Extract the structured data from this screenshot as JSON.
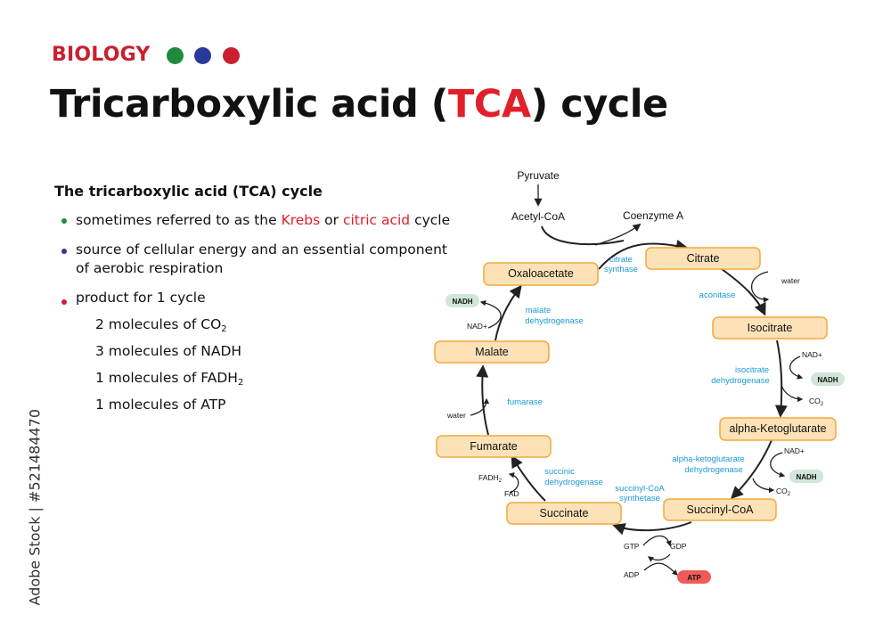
{
  "header": {
    "subject": "BIOLOGY",
    "subject_dots": [
      "#1f8a3c",
      "#2b3a9a",
      "#c8202f"
    ],
    "title_pre": "Tricarboxylic acid (",
    "title_highlight": "TCA",
    "title_post": ") cycle"
  },
  "info": {
    "heading": "The tricarboxylic acid (TCA) cycle",
    "bullet1_pre": "sometimes referred to as the ",
    "bullet1_krebs": "Krebs",
    "bullet1_or": " or ",
    "bullet1_citric": "citric acid",
    "bullet1_post": " cycle",
    "bullet2_line1": "source of cellular energy and an essential component",
    "bullet2_line2": "of aerobic respiration",
    "bullet3": "product for 1 cycle",
    "products": [
      {
        "pre": "2 molecules of CO",
        "sub": "2"
      },
      {
        "pre": "3 molecules of NADH",
        "sub": ""
      },
      {
        "pre": "1 molecules of FADH",
        "sub": "2"
      },
      {
        "pre": "1 molecules of ATP",
        "sub": ""
      }
    ]
  },
  "diagram": {
    "pyruvate": "Pyruvate",
    "acetyl_coa": "Acetyl-CoA",
    "coenzyme_a": "Coenzyme A",
    "molecules": {
      "citrate": "Citrate",
      "isocitrate": "Isocitrate",
      "alpha_kg": "alpha-Ketoglutarate",
      "succinyl_coa": "Succinyl-CoA",
      "succinate": "Succinate",
      "fumarate": "Fumarate",
      "malate": "Malate",
      "oxaloacetate": "Oxaloacetate"
    },
    "enzymes": {
      "citrate_synthase_1": "citrate",
      "citrate_synthase_2": "synthase",
      "aconitase": "aconitase",
      "isocitrate_dh_1": "isocitrate",
      "isocitrate_dh_2": "dehydrogenase",
      "akg_dh_1": "alpha-ketoglutarate",
      "akg_dh_2": "dehydrogenase",
      "succinyl_synth_1": "succinyl-CoA",
      "succinyl_synth_2": "synthetase",
      "succinic_dh_1": "succinic",
      "succinic_dh_2": "dehydrogenase",
      "fumarase": "fumarase",
      "malate_dh_1": "malate",
      "malate_dh_2": "dehydrogenase"
    },
    "cofactors": {
      "water": "water",
      "nad_plus": "NAD+",
      "nadh": "NADH",
      "co2": "CO",
      "co2_sub": "2",
      "gtp": "GTP",
      "gdp": "GDP",
      "adp": "ADP",
      "atp": "ATP",
      "fadh2": "FADH",
      "fadh2_sub": "2",
      "fad": "FAD"
    },
    "colors": {
      "box_fill": "#fde2b8",
      "box_stroke": "#f2a93b",
      "enzyme_text": "#1a9ad6",
      "nadh_pill": "#cfe6d8",
      "atp_pill": "#ef5b57"
    }
  },
  "watermark": "Adobe Stock | #521484470"
}
